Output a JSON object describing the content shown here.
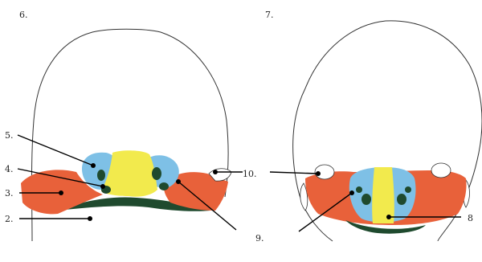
{
  "figures": [
    {
      "number": "6."
    },
    {
      "number": "7."
    }
  ],
  "labels": {
    "l2": "2.",
    "l3": "3.",
    "l4": "4.",
    "l5": "5.",
    "l8": "8",
    "l9": "9.",
    "l10": "10."
  },
  "colors": {
    "orange": "#e8613a",
    "blue": "#7ec0e6",
    "yellow": "#f2ea4d",
    "dark_green": "#1f4a2e",
    "outline": "#333333"
  }
}
